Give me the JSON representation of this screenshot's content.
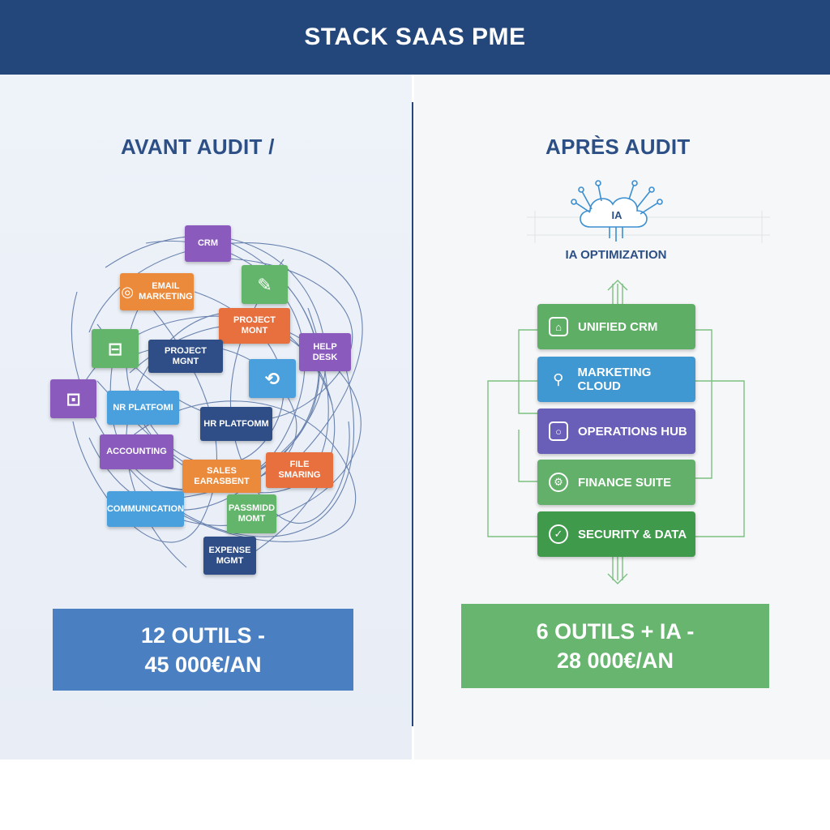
{
  "header": {
    "title": "STACK SAAS PME"
  },
  "before": {
    "title": "AVANT AUDIT /",
    "tools": [
      {
        "label": "CRM",
        "icon": "",
        "color": "purple"
      },
      {
        "label": "EMAIL\nMARKETING",
        "icon": "target-icon",
        "color": "orange"
      },
      {
        "label": "",
        "icon": "edit-icon",
        "color": "green"
      },
      {
        "label": "PROJECT MONT",
        "icon": "",
        "color": "red"
      },
      {
        "label": "",
        "icon": "chat-icon",
        "color": "green"
      },
      {
        "label": "PROJECT MGNT",
        "icon": "",
        "color": "navy"
      },
      {
        "label": "HELP DESK",
        "icon": "",
        "color": "purple"
      },
      {
        "label": "",
        "icon": "sync-icon",
        "color": "blue"
      },
      {
        "label": "",
        "icon": "box-icon",
        "color": "purple"
      },
      {
        "label": "NR PLATFOMI",
        "icon": "",
        "color": "blue"
      },
      {
        "label": "HR PLATFOMM",
        "icon": "",
        "color": "navy"
      },
      {
        "label": "ACCOUNTING",
        "icon": "",
        "color": "purple"
      },
      {
        "label": "SALES EARASBENT",
        "icon": "",
        "color": "orange"
      },
      {
        "label": "FILE SMARING",
        "icon": "",
        "color": "red"
      },
      {
        "label": "COMMUNICATION",
        "icon": "",
        "color": "blue"
      },
      {
        "label": "PASSMIDD\nMOMT",
        "icon": "",
        "color": "green"
      },
      {
        "label": "EXPENSE\nMGMT",
        "icon": "",
        "color": "navy"
      }
    ],
    "summary_line1": "12 OUTILS -",
    "summary_line2": "45 000€/AN"
  },
  "after": {
    "title": "APRÈS AUDIT",
    "cloud_text": "IA",
    "ia_label": "IA OPTIMIZATION",
    "stack": [
      {
        "label": "UNIFIED CRM",
        "icon": "crm-icon",
        "color": "#5fae66"
      },
      {
        "label": "MARKETING CLOUD",
        "icon": "lamp-icon",
        "color": "#3f98d2"
      },
      {
        "label": "OPERATIONS HUB",
        "icon": "camera-icon",
        "color": "#6a5fb8"
      },
      {
        "label": "FINANCE SUITE",
        "icon": "settings-icon",
        "color": "#63b06a"
      },
      {
        "label": "SECURITY & DATA",
        "icon": "check-circle-icon",
        "color": "#3f9a4c"
      }
    ],
    "summary_line1": "6 OUTILS + IA -",
    "summary_line2": "28 000€/AN"
  },
  "colors": {
    "header": "#23477a",
    "title": "#2c4f86",
    "before_summary": "#4a7fc1",
    "after_summary": "#67b56f"
  }
}
